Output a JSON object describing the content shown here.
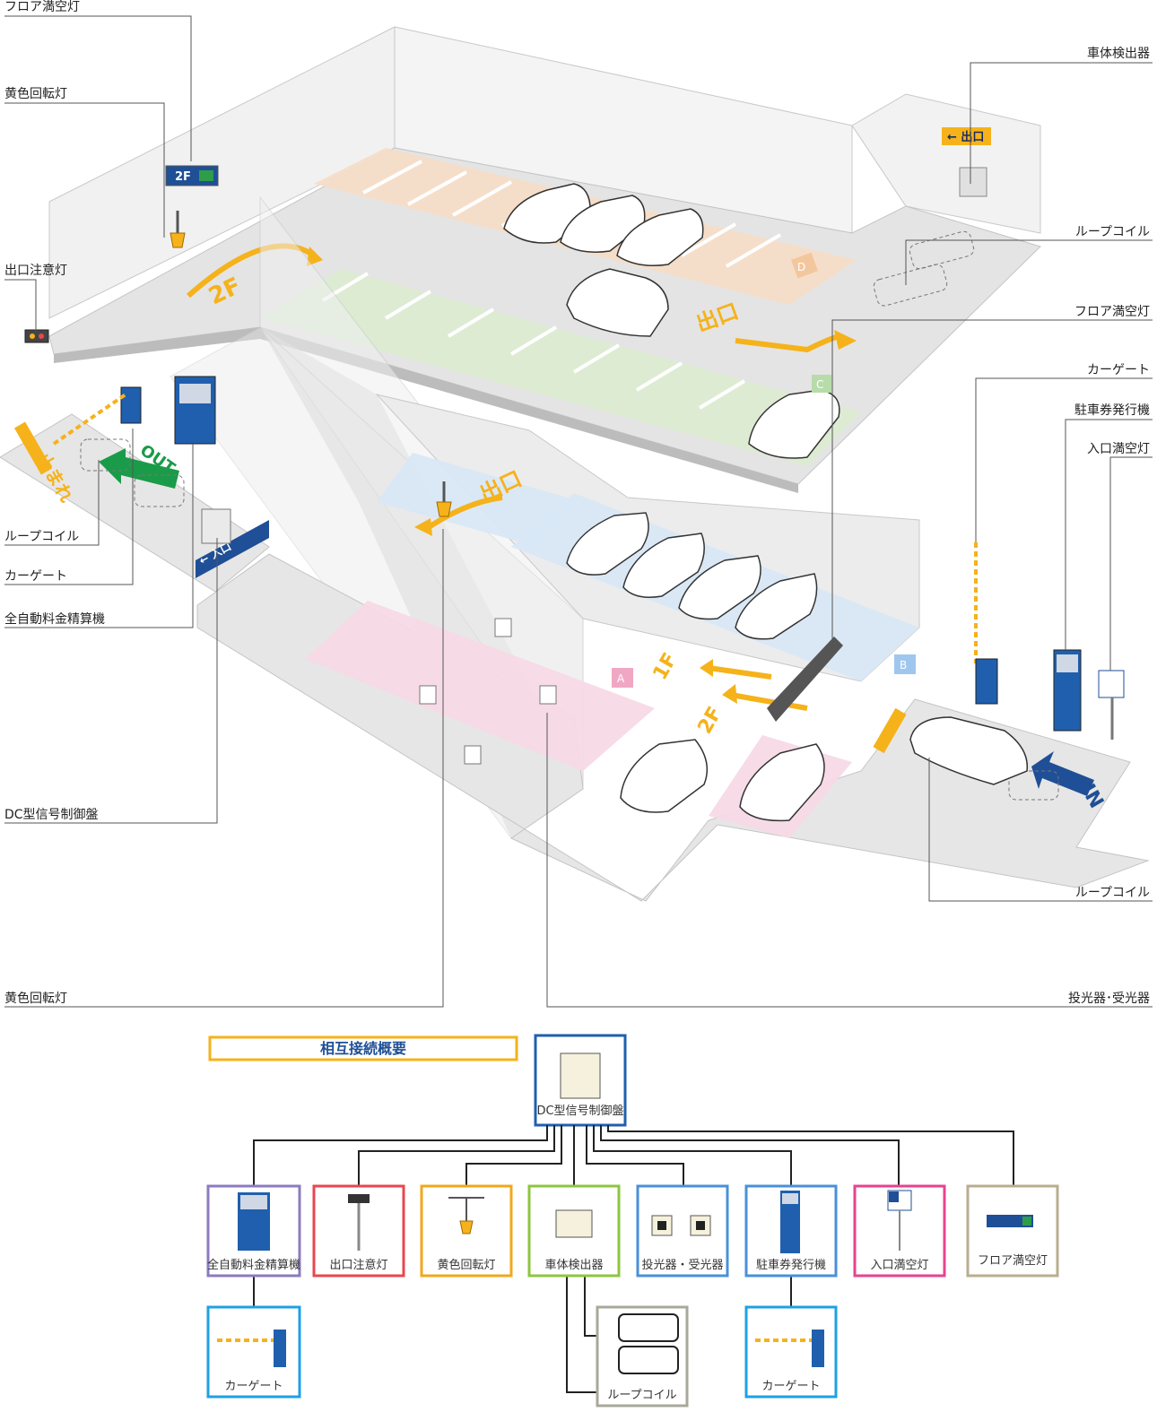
{
  "callouts": {
    "left": [
      "フロア満空灯",
      "黄色回転灯",
      "出口注意灯",
      "ループコイル",
      "カーゲート",
      "全自動料金精算機",
      "DC型信号制御盤",
      "黄色回転灯"
    ],
    "right": [
      "車体検出器",
      "ループコイル",
      "フロア満空灯",
      "カーゲート",
      "駐車券発行機",
      "入口満空灯",
      "ループコイル",
      "投光器･受光器"
    ]
  },
  "floor_markings": {
    "floor_2f": "2F",
    "exit": "出口",
    "stop": "止まれ",
    "out": "OUT",
    "in": "IN",
    "exit_sign": "← 出口",
    "entrance_sign": "← 入口",
    "sign_2f": "2F",
    "zone_a": "A",
    "zone_b": "B",
    "zone_c": "C",
    "zone_d": "D",
    "ramp_1f": "1F",
    "ramp_2f": "2F"
  },
  "overview": {
    "title": "相互接続概要",
    "controller": "DC型信号制御盤",
    "devices": [
      {
        "label": "全自動料金精算機",
        "color": "#8c7bbf"
      },
      {
        "label": "出口注意灯",
        "color": "#e8474f"
      },
      {
        "label": "黄色回転灯",
        "color": "#f0a81c"
      },
      {
        "label": "車体検出器",
        "color": "#8cc63f"
      },
      {
        "label": "投光器・受光器",
        "color": "#4a90d9"
      },
      {
        "label": "駐車券発行機",
        "color": "#4a90d9"
      },
      {
        "label": "入口満空灯",
        "color": "#e8428f"
      },
      {
        "label": "フロア満空灯",
        "color": "#b8ae8f"
      }
    ],
    "gate_left": "カーゲート",
    "loop_coil": "ループコイル",
    "gate_right": "カーゲート",
    "colors": {
      "title_border": "#f5b21a",
      "controller_border": "#1f5fae",
      "gate_border": "#1ea0e6",
      "loop_border": "#a8a89a"
    }
  }
}
